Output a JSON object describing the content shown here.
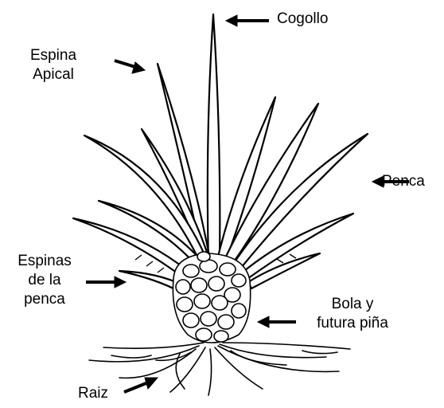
{
  "labels": {
    "cogollo": "Cogollo",
    "espina_apical": [
      "Espina",
      "Apical"
    ],
    "penca": "Penca",
    "espinas_penca": [
      "Espinas",
      "de la",
      "penca"
    ],
    "bola": [
      "Bola y",
      "futura piña"
    ],
    "raiz": "Raiz"
  },
  "colors": {
    "ink": "#000000",
    "paper": "#ffffff"
  }
}
